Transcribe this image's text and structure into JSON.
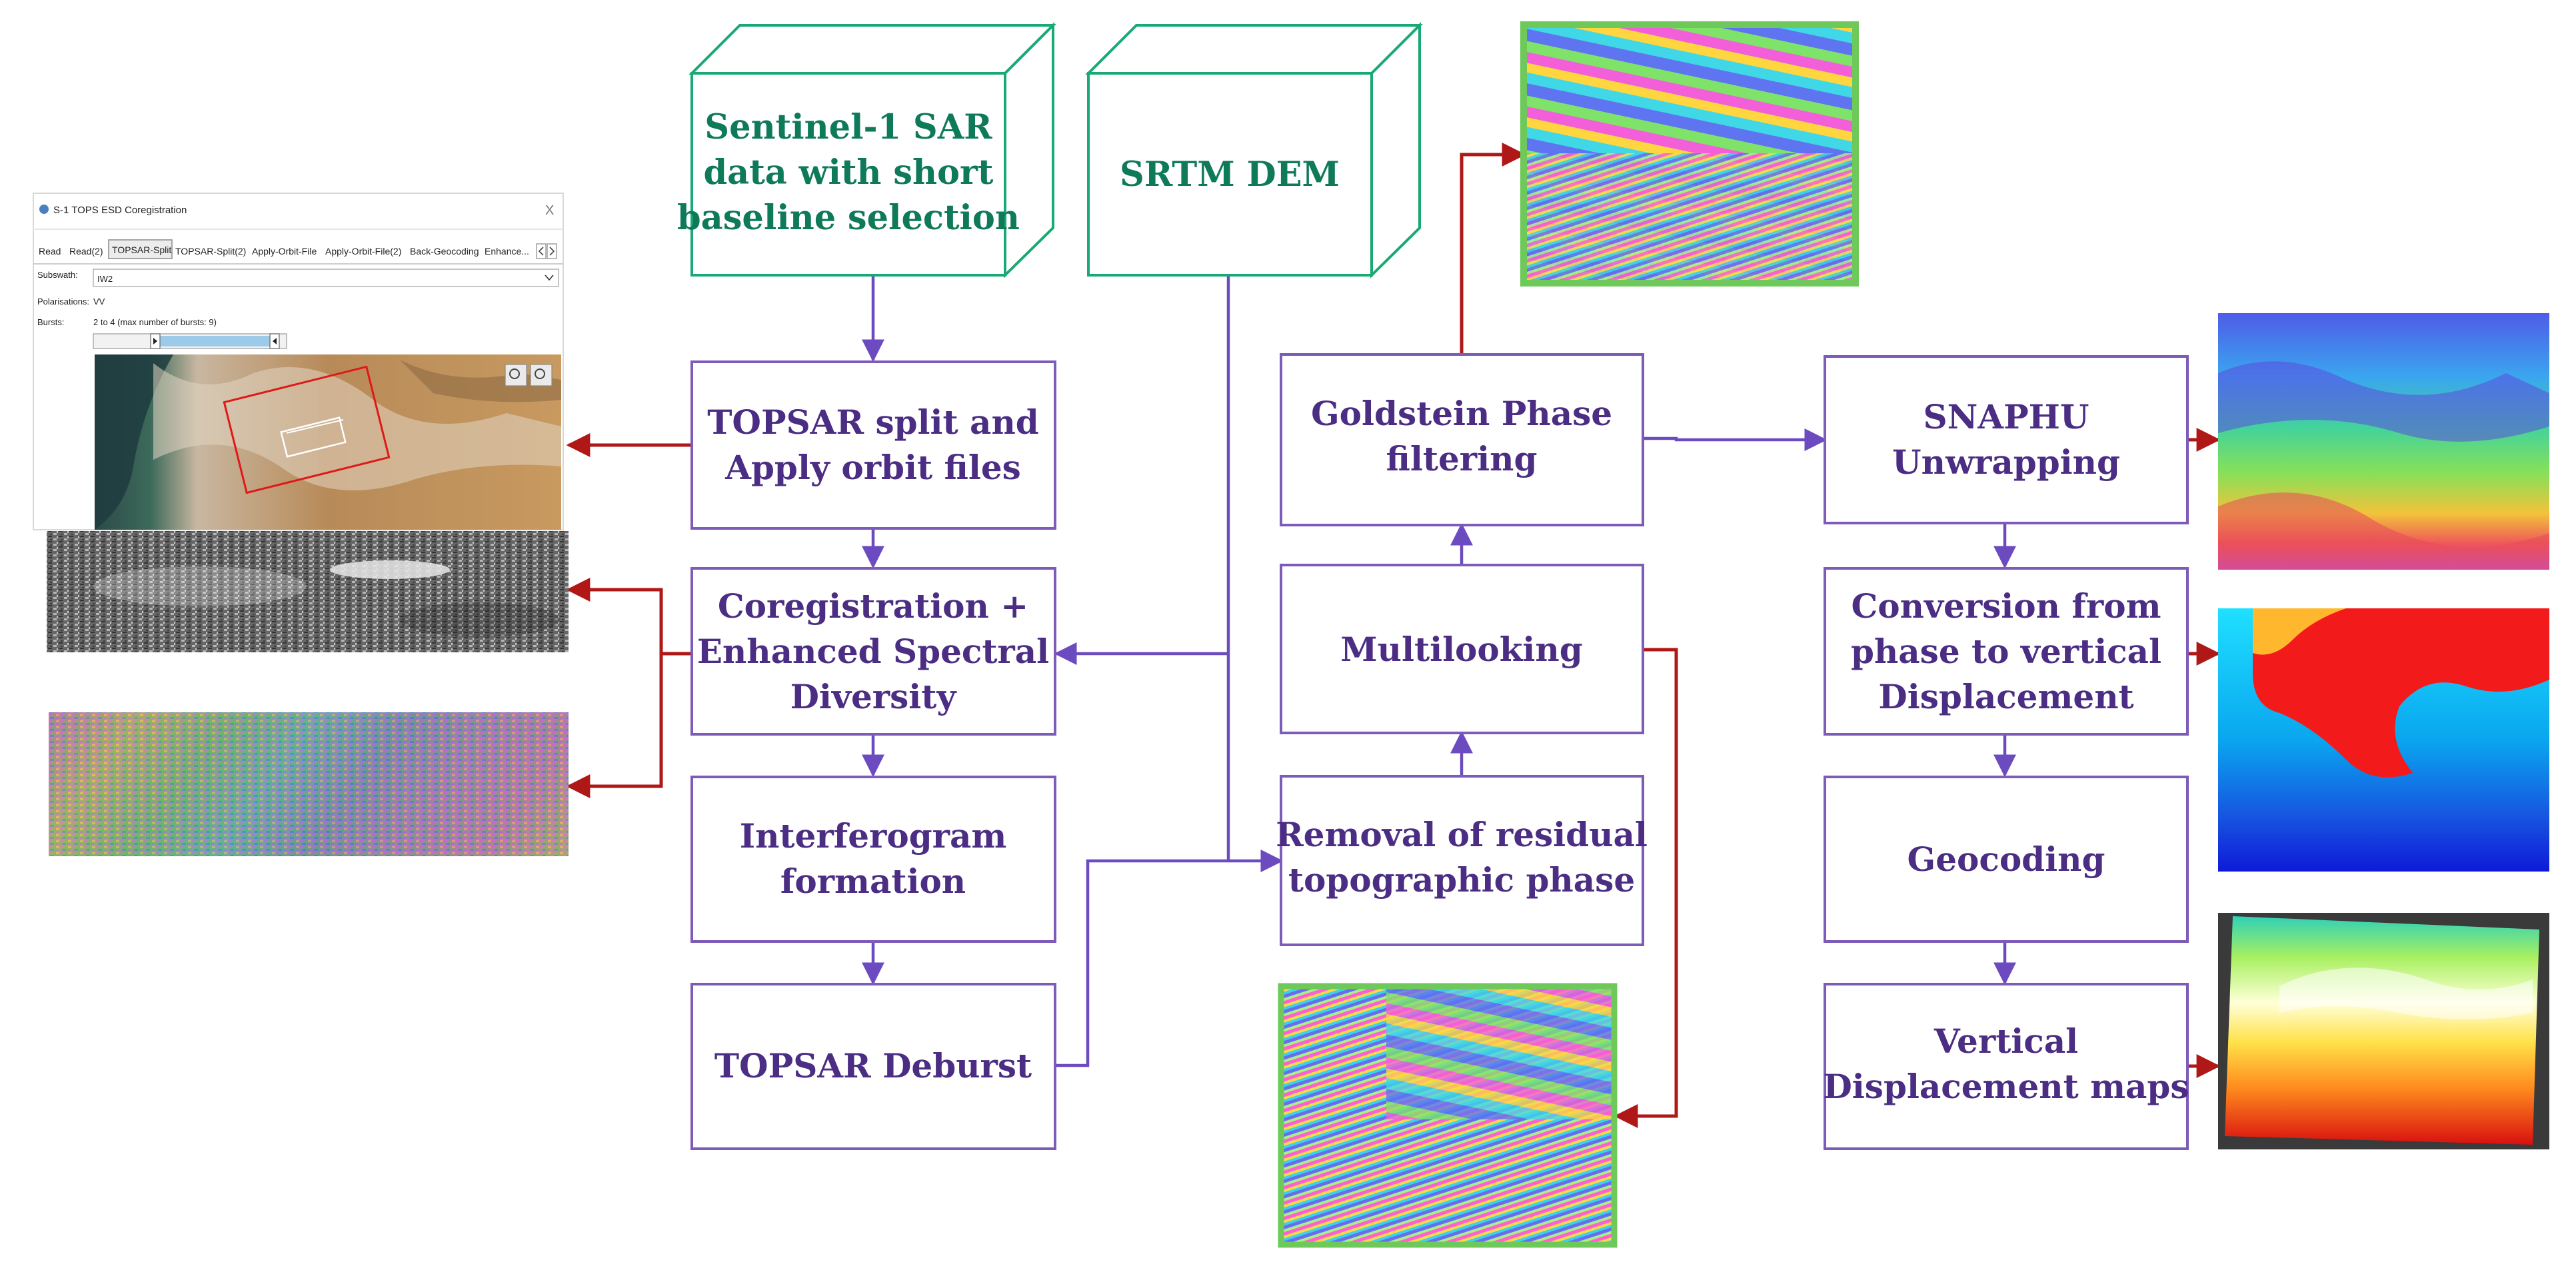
{
  "colors": {
    "process_text": "#4b2e83",
    "process_border": "#7d5bb8",
    "input_text": "#0f7a5a",
    "input_border": "#19a974",
    "flow_arrow": "#6b4bbf",
    "output_arrow": "#b01818"
  },
  "inputs": {
    "sentinel": [
      "Sentinel-1 SAR",
      "data with short",
      "baseline selection"
    ],
    "srtm": [
      "SRTM DEM"
    ]
  },
  "steps": {
    "topsar_split": [
      "TOPSAR split and",
      "Apply orbit files"
    ],
    "coregistration": [
      "Coregistration +",
      "Enhanced Spectral",
      "Diversity"
    ],
    "interferogram": [
      "Interferogram",
      "formation"
    ],
    "deburst": [
      "TOPSAR Deburst"
    ],
    "removal": [
      "Removal of residual",
      "topographic phase"
    ],
    "multilooking": [
      "Multilooking"
    ],
    "goldstein": [
      "Goldstein Phase",
      "filtering"
    ],
    "snaphu": [
      "SNAPHU",
      "Unwrapping"
    ],
    "conversion": [
      "Conversion from",
      "phase to vertical",
      "Displacement"
    ],
    "geocoding": [
      "Geocoding"
    ],
    "vertical_maps": [
      "Vertical",
      "Displacement maps"
    ]
  },
  "snap_window": {
    "title": "S-1 TOPS ESD Coregistration",
    "close": "X",
    "tabs": [
      "Read",
      "Read(2)",
      "TOPSAR-Split",
      "TOPSAR-Split(2)",
      "Apply-Orbit-File",
      "Apply-Orbit-File(2)",
      "Back-Geocoding",
      "Enhance..."
    ],
    "subswath_label": "Subswath:",
    "subswath_value": "IW2",
    "polarisations_label": "Polarisations:",
    "polarisations_value": "VV",
    "bursts_label": "Bursts:",
    "bursts_value": "2 to 4 (max number of bursts: 9)"
  }
}
